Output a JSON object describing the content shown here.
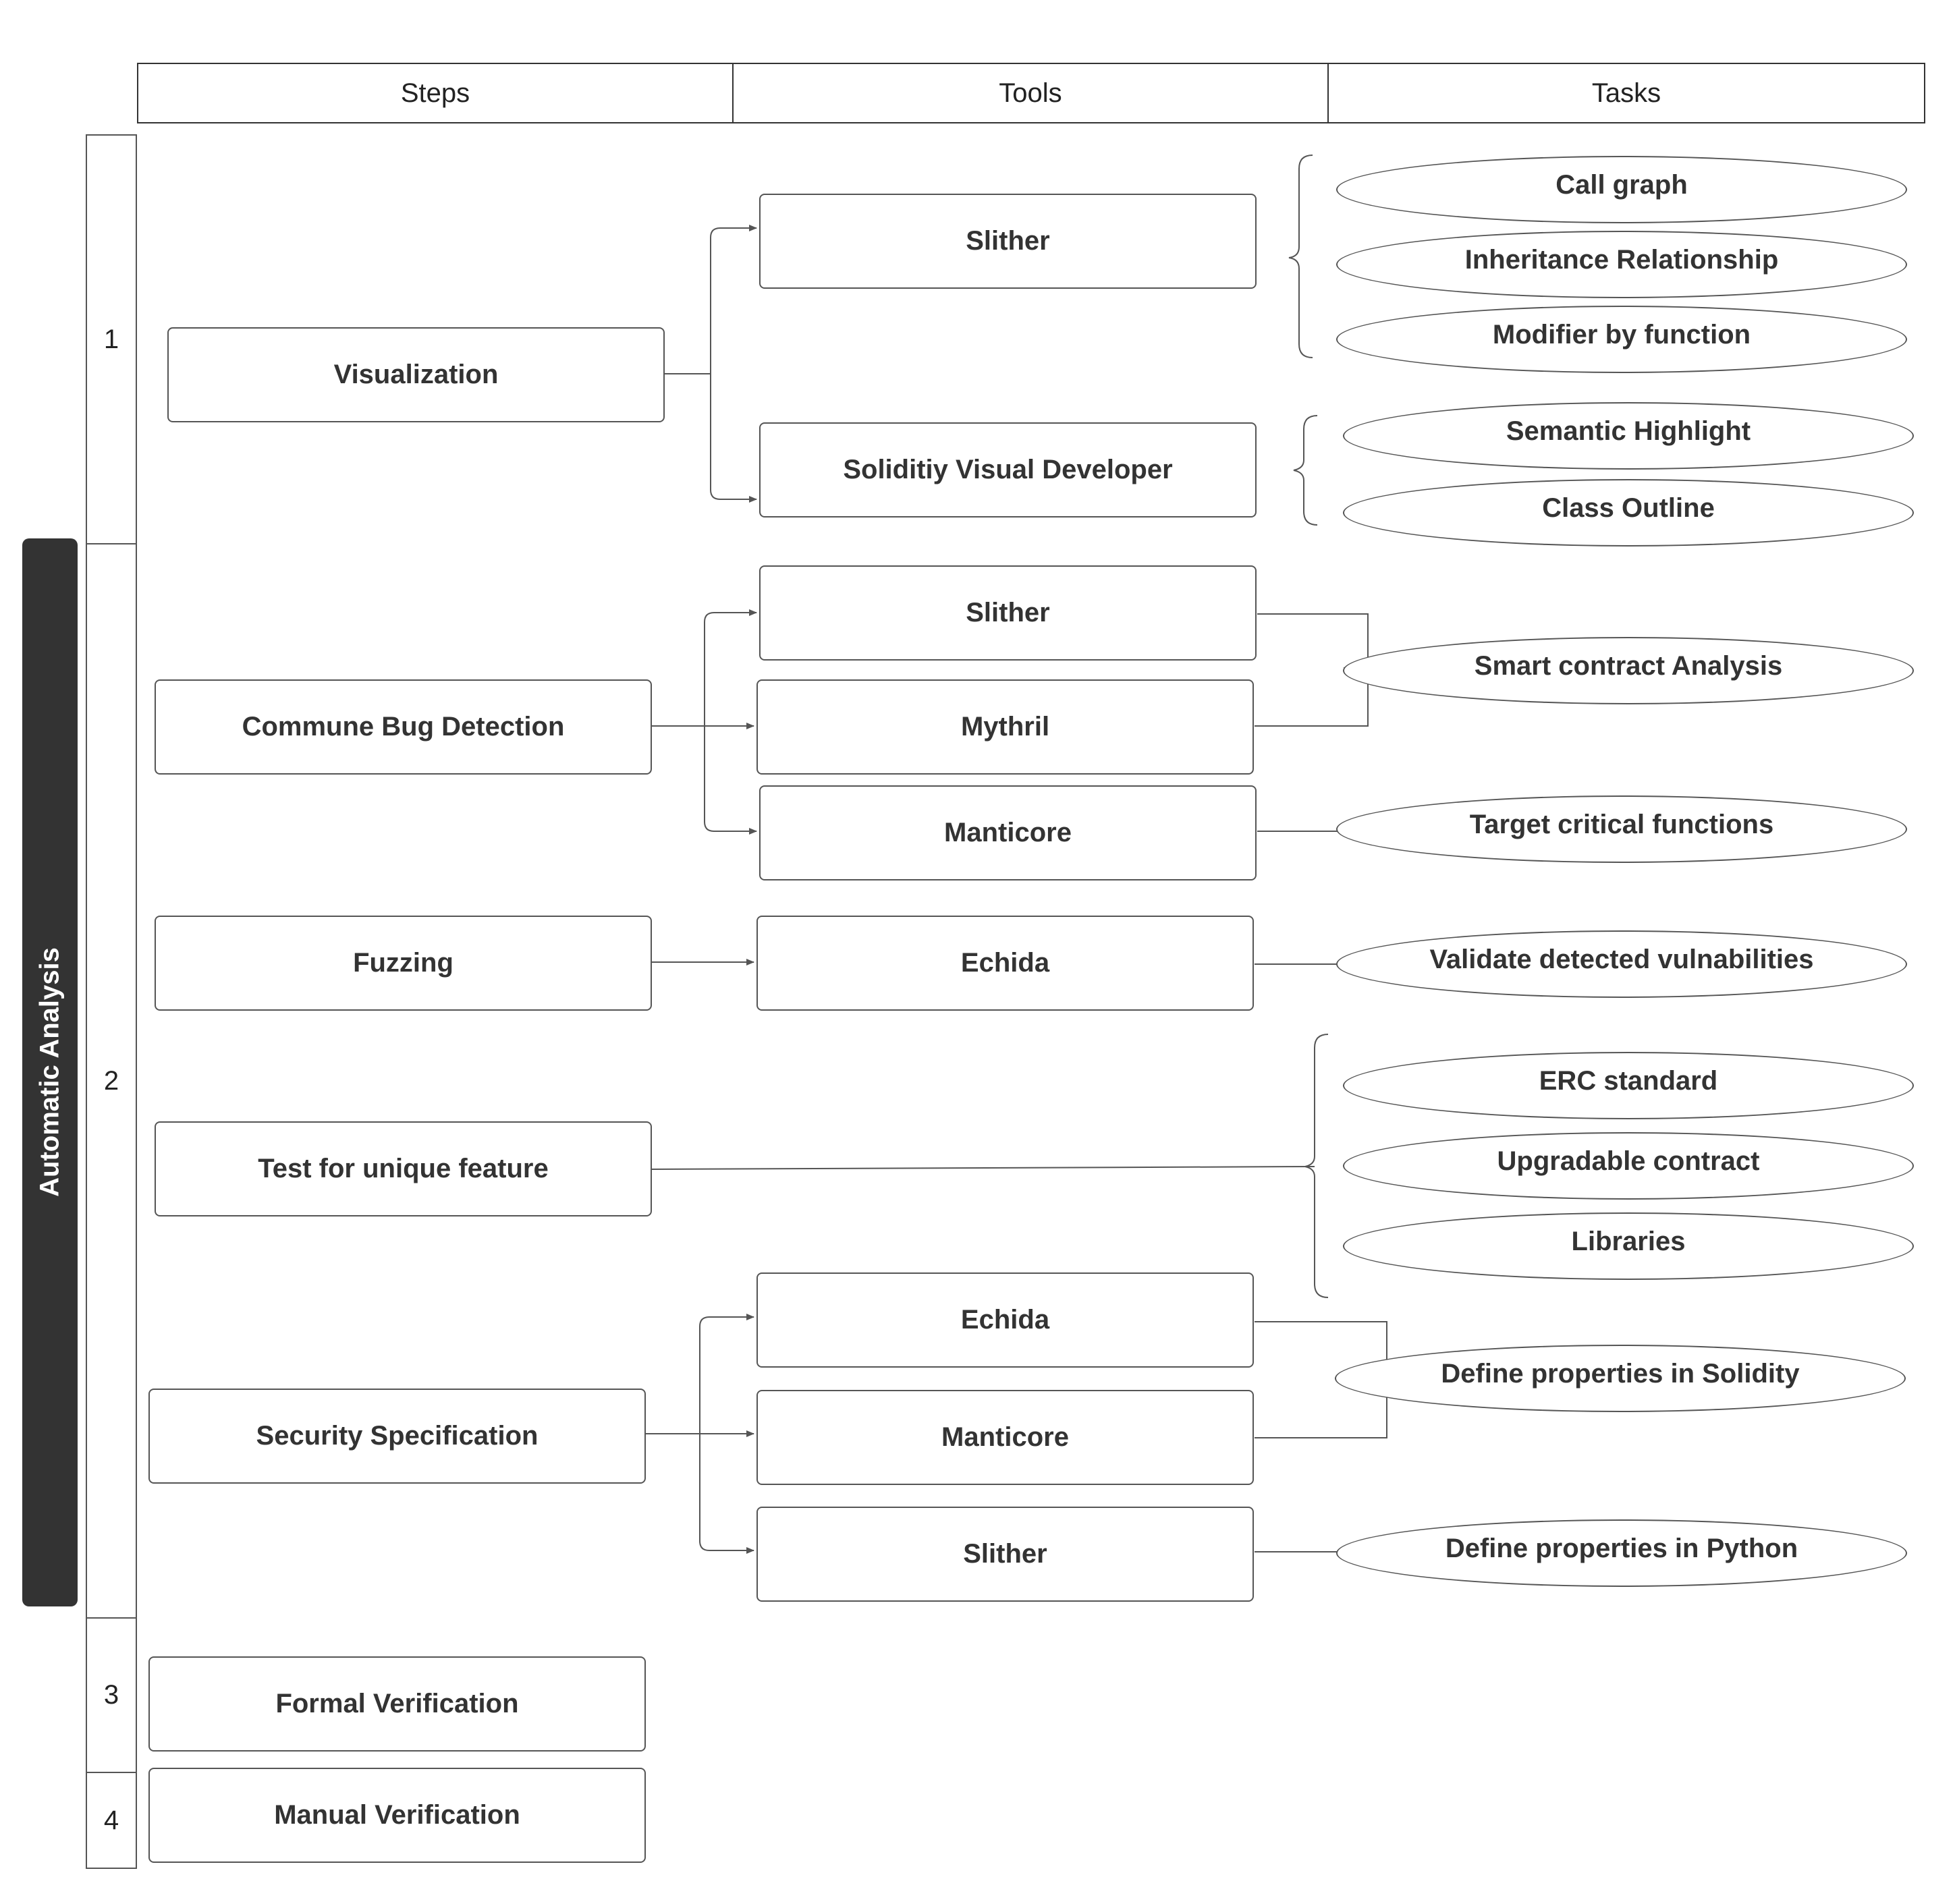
{
  "header": {
    "steps": "Steps",
    "tools": "Tools",
    "tasks": "Tasks"
  },
  "side_label": "Automatic Analysis",
  "rows": [
    "1",
    "2",
    "3",
    "4"
  ],
  "steps": {
    "visualization": "Visualization",
    "bug_detection": "Commune Bug Detection",
    "fuzzing": "Fuzzing",
    "unique_feature": "Test for unique feature",
    "security_spec": "Security Specification",
    "formal": "Formal Verification",
    "manual": "Manual Verification"
  },
  "tools": {
    "slither_vis": "Slither",
    "svd": "Soliditiy Visual Developer",
    "slither_bug": "Slither",
    "mythril": "Mythril",
    "manticore_bug": "Manticore",
    "echidna_fuzz": "Echida",
    "echidna_sec": "Echida",
    "manticore_sec": "Manticore",
    "slither_sec": "Slither"
  },
  "tasks": {
    "call_graph": "Call graph",
    "inheritance": "Inheritance Relationship",
    "modifier": "Modifier by function",
    "semantic": "Semantic Highlight",
    "class_outline": "Class Outline",
    "smart_contract": "Smart contract Analysis",
    "target_critical": "Target critical functions",
    "validate": "Validate detected vulnabilities",
    "erc": "ERC standard",
    "upgradable": "Upgradable contract",
    "libraries": "Libraries",
    "def_solidity": "Define properties in Solidity",
    "def_python": "Define properties in Python"
  }
}
